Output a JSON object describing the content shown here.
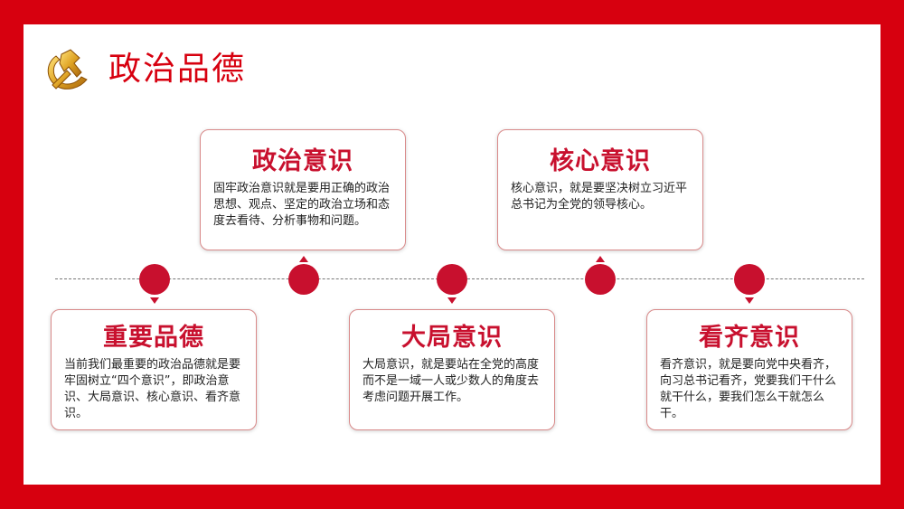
{
  "slide": {
    "title": "政治品德",
    "emblem_icon": "party-emblem-icon",
    "colors": {
      "frame": "#d7000f",
      "accent": "#c8102e",
      "background": "#ffffff"
    }
  },
  "cards": [
    {
      "heading": "政治意识",
      "body": "固牢政治意识就是要用正确的政治思想、观点、坚定的政治立场和态度去看待、分析事物和问题。"
    },
    {
      "heading": "核心意识",
      "body": "核心意识，就是要坚决树立习近平总书记为全党的领导核心。"
    },
    {
      "heading": "重要品德",
      "body": "当前我们最重要的政治品德就是要牢固树立“四个意识”，即政治意识、大局意识、核心意识、看齐意识。"
    },
    {
      "heading": "大局意识",
      "body": "大局意识，就是要站在全党的高度而不是一域一人或少数人的角度去考虑问题开展工作。"
    },
    {
      "heading": "看齐意识",
      "body": "看齐意识，就是要向党中央看齐，向习总书记看齐，党要我们干什么就干什么，要我们怎么干就怎么干。"
    }
  ]
}
